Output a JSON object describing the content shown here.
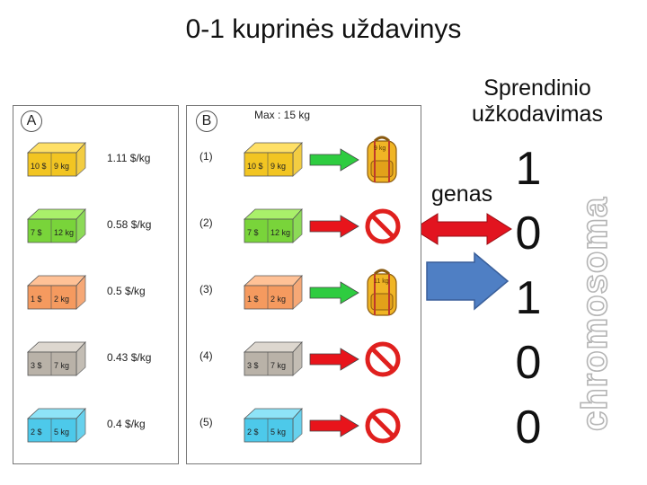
{
  "title": "0-1 kuprinės uždavinys",
  "solution_label": "Sprendinio užkodavimas",
  "chromosome_label": "chromosoma",
  "gene_label": "genas",
  "panel_a": {
    "letter": "A",
    "items": [
      {
        "price": "10 $",
        "weight": "9 kg",
        "ratio": "1.11 $/kg",
        "color": "#f2c522",
        "top_color": "#ffe066"
      },
      {
        "price": "7 $",
        "weight": "12 kg",
        "ratio": "0.58 $/kg",
        "color": "#79d43a",
        "top_color": "#a9f06a"
      },
      {
        "price": "1 $",
        "weight": "2 kg",
        "ratio": "0.5 $/kg",
        "color": "#f59a5f",
        "top_color": "#ffc196"
      },
      {
        "price": "3 $",
        "weight": "7 kg",
        "ratio": "0.43 $/kg",
        "color": "#b9b2a8",
        "top_color": "#ddd7cf"
      },
      {
        "price": "2 $",
        "weight": "5 kg",
        "ratio": "0.4 $/kg",
        "color": "#4dc9ea",
        "top_color": "#8ee3f7"
      }
    ]
  },
  "panel_b": {
    "letter": "B",
    "max_label": "Max : 15 kg",
    "rows": [
      {
        "index": "(1)",
        "selected": true,
        "bag_weight": "9 kg"
      },
      {
        "index": "(2)",
        "selected": false
      },
      {
        "index": "(3)",
        "selected": true,
        "bag_weight": "11 kg"
      },
      {
        "index": "(4)",
        "selected": false
      },
      {
        "index": "(5)",
        "selected": false
      }
    ]
  },
  "chromosome_bits": [
    "1",
    "0",
    "1",
    "0",
    "0"
  ],
  "colors": {
    "arrow_selected": "#2ecc40",
    "arrow_rejected": "#e8141b",
    "no_sign": "#e0201e",
    "double_arrow": "#e2141f",
    "gene_arrow": "#4f7fc4",
    "chromosome_text": "#b5b5b5"
  }
}
